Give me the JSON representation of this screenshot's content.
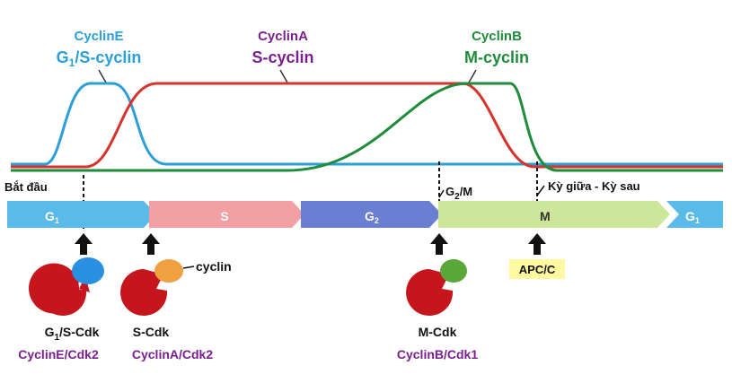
{
  "cyclins": {
    "e": {
      "name": "CyclinE",
      "sub_pre": "G",
      "sub_idx": "1",
      "sub_post": "/S-cyclin",
      "color": "#2a9fd8"
    },
    "a": {
      "name": "CyclinA",
      "sub": "S-cyclin",
      "color": "#7a1f8f"
    },
    "b": {
      "name": "CyclinB",
      "sub": "M-cyclin",
      "color": "#1e8c3a"
    }
  },
  "curve_colors": {
    "e": "#2a9fd8",
    "a": "#d8322c",
    "b": "#1e8c3a"
  },
  "phases": {
    "g1_start": {
      "main": "G",
      "idx": "1",
      "color": "#5bbbe8"
    },
    "s": {
      "label": "S",
      "color": "#f2a0a4"
    },
    "g2": {
      "main": "G",
      "idx": "2",
      "color": "#6a7fd2"
    },
    "m": {
      "label": "M",
      "color": "#cde79a"
    },
    "g1_end": {
      "main": "G",
      "idx": "1",
      "color": "#5bbbe8"
    }
  },
  "markers": {
    "start": "Bắt đầu",
    "g2m_pre": "G",
    "g2m_idx": "2",
    "g2m_post": "/M",
    "meta": "Kỳ giữa - Kỳ sau"
  },
  "complexes": {
    "g1s": {
      "pre": "G",
      "idx": "1",
      "post": "/S-Cdk",
      "pair": "CyclinE/Cdk2"
    },
    "s": {
      "label": "S-Cdk",
      "pair": "CyclinA/Cdk2",
      "cyclin_label": "cyclin"
    },
    "m": {
      "label": "M-Cdk",
      "pair": "CyclinB/Cdk1"
    }
  },
  "apc": "APC/C",
  "colors": {
    "cdk": "#c4161c",
    "cyclin_e": "#2a8fe0",
    "cyclin_a": "#f0a040",
    "cyclin_b": "#5aa83a",
    "apc_bg": "#fffaa0"
  }
}
